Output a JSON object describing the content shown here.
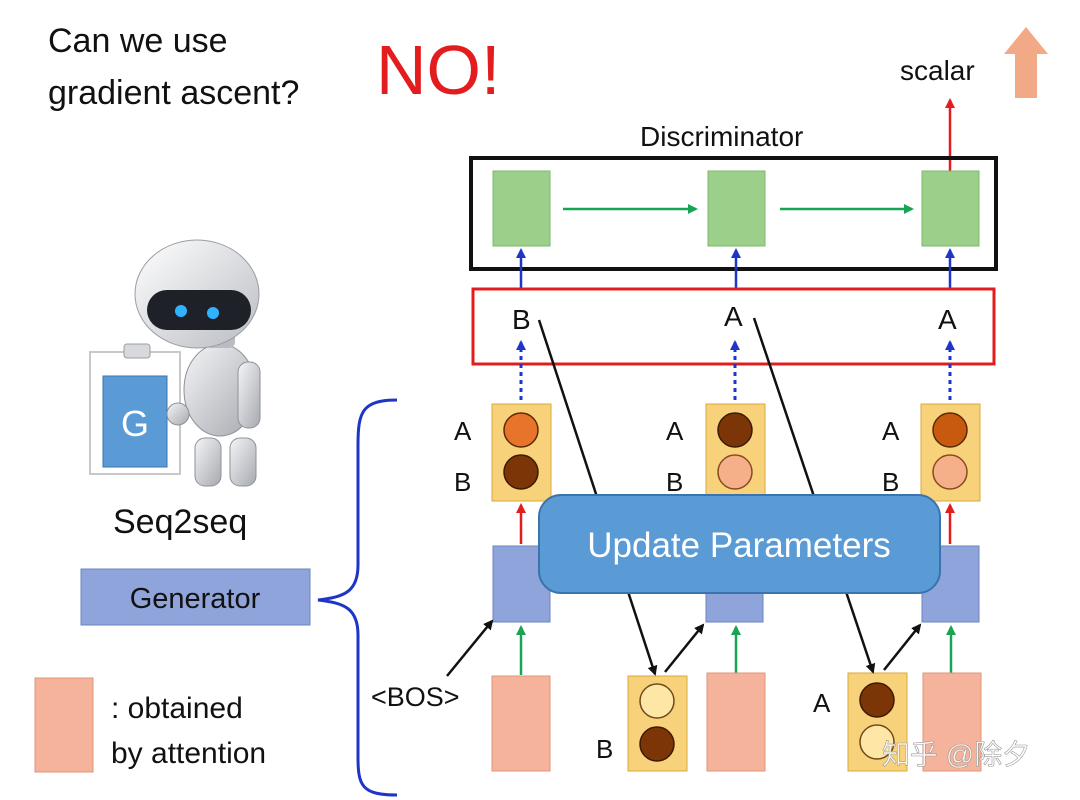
{
  "slide": {
    "question_line1": "Can we use",
    "question_line2": "gradient ascent?",
    "answer": "NO!",
    "output_label": "scalar"
  },
  "discriminator": {
    "title": "Discriminator"
  },
  "sampled_tokens": [
    "B",
    "A",
    "A"
  ],
  "distributions": [
    {
      "label_top": "A",
      "label_bottom": "B"
    },
    {
      "label_top": "A",
      "label_bottom": "B"
    },
    {
      "label_top": "A",
      "label_bottom": "B"
    }
  ],
  "update_box": {
    "label": "Update Parameters"
  },
  "generator": {
    "g_letter": "G",
    "seq2seq_label": "Seq2seq",
    "button_label": "Generator"
  },
  "bos_label": "<BOS>",
  "input_distributions": [
    {
      "label_top": "",
      "label_bottom": "B"
    },
    {
      "label_top": "A",
      "label_bottom": ""
    }
  ],
  "legend": {
    "line1": ": obtained",
    "line2": "by attention"
  },
  "watermark": "知乎 @除夕",
  "colors": {
    "red": "#e31d1d",
    "blue": "#1f35c8",
    "green": "#19a454",
    "black": "#111111",
    "disc_cell": "#9ccf8a",
    "gen_cell": "#8ea4da",
    "input_cell": "#f4b39a",
    "dist_box": "#f8d27a",
    "update_fill": "#5b9bd5",
    "dark_circle": "#7b3507",
    "mid_circle": "#e8732a",
    "light_circle": "#f5b08a",
    "pale_circle": "#fde6a6"
  }
}
